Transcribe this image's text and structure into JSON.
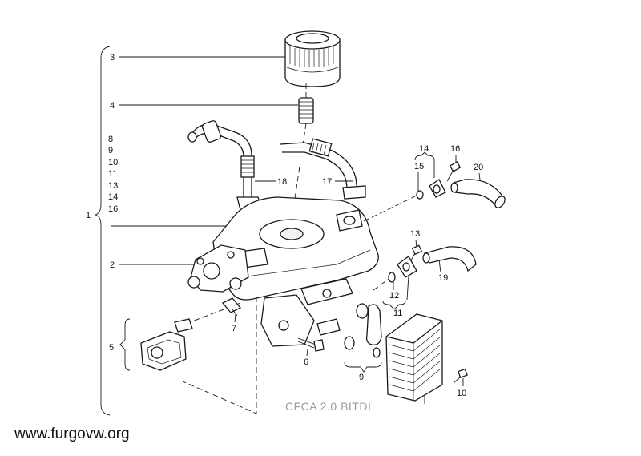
{
  "callouts": {
    "c3": "3",
    "c4": "4",
    "c8": "8",
    "c9": "9",
    "c10a": "10",
    "c11a": "11",
    "c13a": "13",
    "c14a": "14",
    "c16a": "16",
    "c1": "1",
    "c2": "2",
    "c5": "5",
    "c18": "18",
    "c17": "17",
    "c14b": "14",
    "c15": "15",
    "c16b": "16",
    "c20": "20",
    "c13b": "13",
    "c19": "19",
    "c12": "12",
    "c11b": "11",
    "c7": "7",
    "c6": "6",
    "c9b": "9",
    "c10b": "10"
  },
  "labels": {
    "engine_code": "CFCA  2.0 BITDI",
    "website": "www.furgovw.org"
  }
}
